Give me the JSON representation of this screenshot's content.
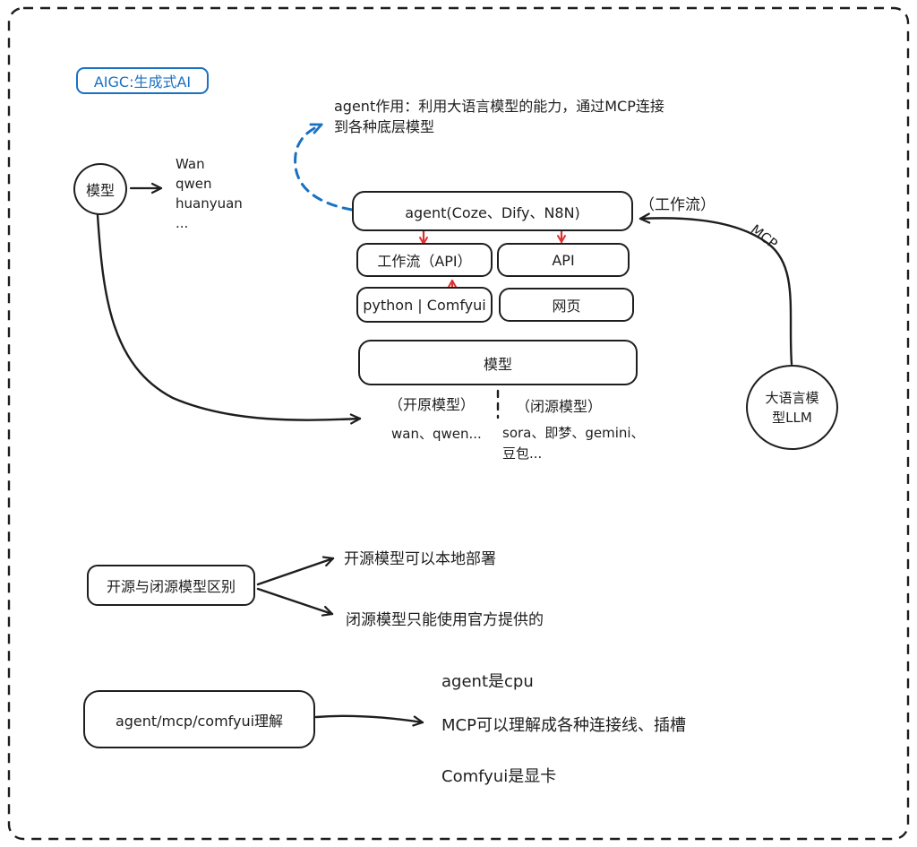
{
  "colors": {
    "ink": "#1e1e1e",
    "blue": "#1971c2",
    "red": "#e03131",
    "background": "#ffffff"
  },
  "badge": {
    "label": "AIGC:生成式AI"
  },
  "model_node": {
    "label": "模型",
    "examples": "Wan\nqwen\nhuanyuan\n..."
  },
  "agent_note": "agent作用：利用大语言模型的能力，通过MCP连接\n到各种底层模型",
  "stack": {
    "agent_box": "agent(Coze、Dify、N8N)",
    "workflow_tag": "（工作流）",
    "workflow_api_box": "工作流（API）",
    "api_box": "API",
    "python_comfyui_box": "python | Comfyui",
    "web_box": "网页",
    "model_box": "模型"
  },
  "model_split": {
    "open_label": "（开原模型）",
    "closed_label": "（闭源模型）",
    "open_examples": "wan、qwen...",
    "closed_examples": "sora、即梦、gemini、\n豆包..."
  },
  "llm_node": {
    "label": "大语言模\n型LLM"
  },
  "mcp_edge_label": "MCP",
  "comparison": {
    "title": "开源与闭源模型区别",
    "open_point": "开源模型可以本地部署",
    "closed_point": "闭源模型只能使用官方提供的"
  },
  "analogy": {
    "title": "agent/mcp/comfyui理解",
    "agent_point": "agent是cpu",
    "mcp_point": "MCP可以理解成各种连接线、插槽",
    "comfyui_point": "Comfyui是显卡"
  }
}
